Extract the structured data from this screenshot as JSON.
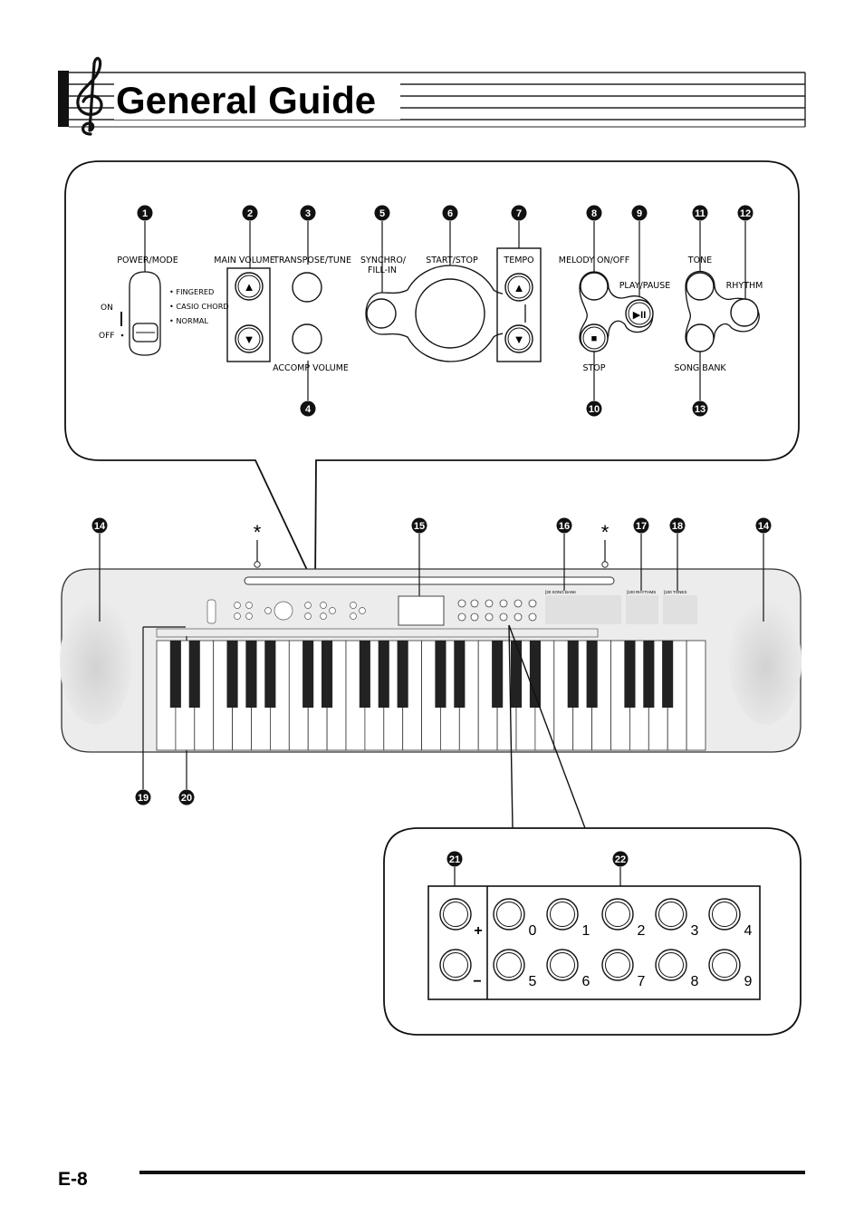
{
  "header": {
    "title": "General Guide"
  },
  "footer": {
    "page_number": "E-8"
  },
  "callouts": {
    "c1": "1",
    "c2": "2",
    "c3": "3",
    "c4": "4",
    "c5": "5",
    "c6": "6",
    "c7": "7",
    "c8": "8",
    "c9": "9",
    "c10": "10",
    "c11": "11",
    "c12": "12",
    "c13": "13",
    "c14": "14",
    "c15": "15",
    "c16": "16",
    "c17": "17",
    "c18": "18",
    "c19": "19",
    "c20": "20",
    "c21": "21",
    "c22": "22"
  },
  "asterisk": "*",
  "panel": {
    "power_mode": "POWER/MODE",
    "on": "ON",
    "off": "OFF",
    "fingered": "• FINGERED",
    "casio_chord": "• CASIO CHORD",
    "normal": "• NORMAL",
    "main_volume": "MAIN VOLUME",
    "transpose_tune": "TRANSPOSE/TUNE",
    "accomp_volume": "ACCOMP VOLUME",
    "synchro_fill_line1": "SYNCHRO/",
    "synchro_fill_line2": "FILL-IN",
    "start_stop": "START/STOP",
    "tempo": "TEMPO",
    "melody_on_off": "MELODY ON/OFF",
    "play_pause": "PLAY/PAUSE",
    "stop": "STOP",
    "tone": "TONE",
    "rhythm": "RHYTHM",
    "song_bank": "SONG BANK",
    "up_arrow": "▲",
    "down_arrow": "▼",
    "play_pause_symbol": "▶II",
    "stop_symbol": "■"
  },
  "keyboard": {
    "song_bank_label": "[30 SONG BANK",
    "rhythms_label": "[100 RHYTHMS",
    "tones_label": "[100 TONES"
  },
  "number_pad": {
    "plus": "+",
    "minus": "−",
    "digits": [
      "0",
      "1",
      "2",
      "3",
      "4",
      "5",
      "6",
      "7",
      "8",
      "9"
    ]
  }
}
